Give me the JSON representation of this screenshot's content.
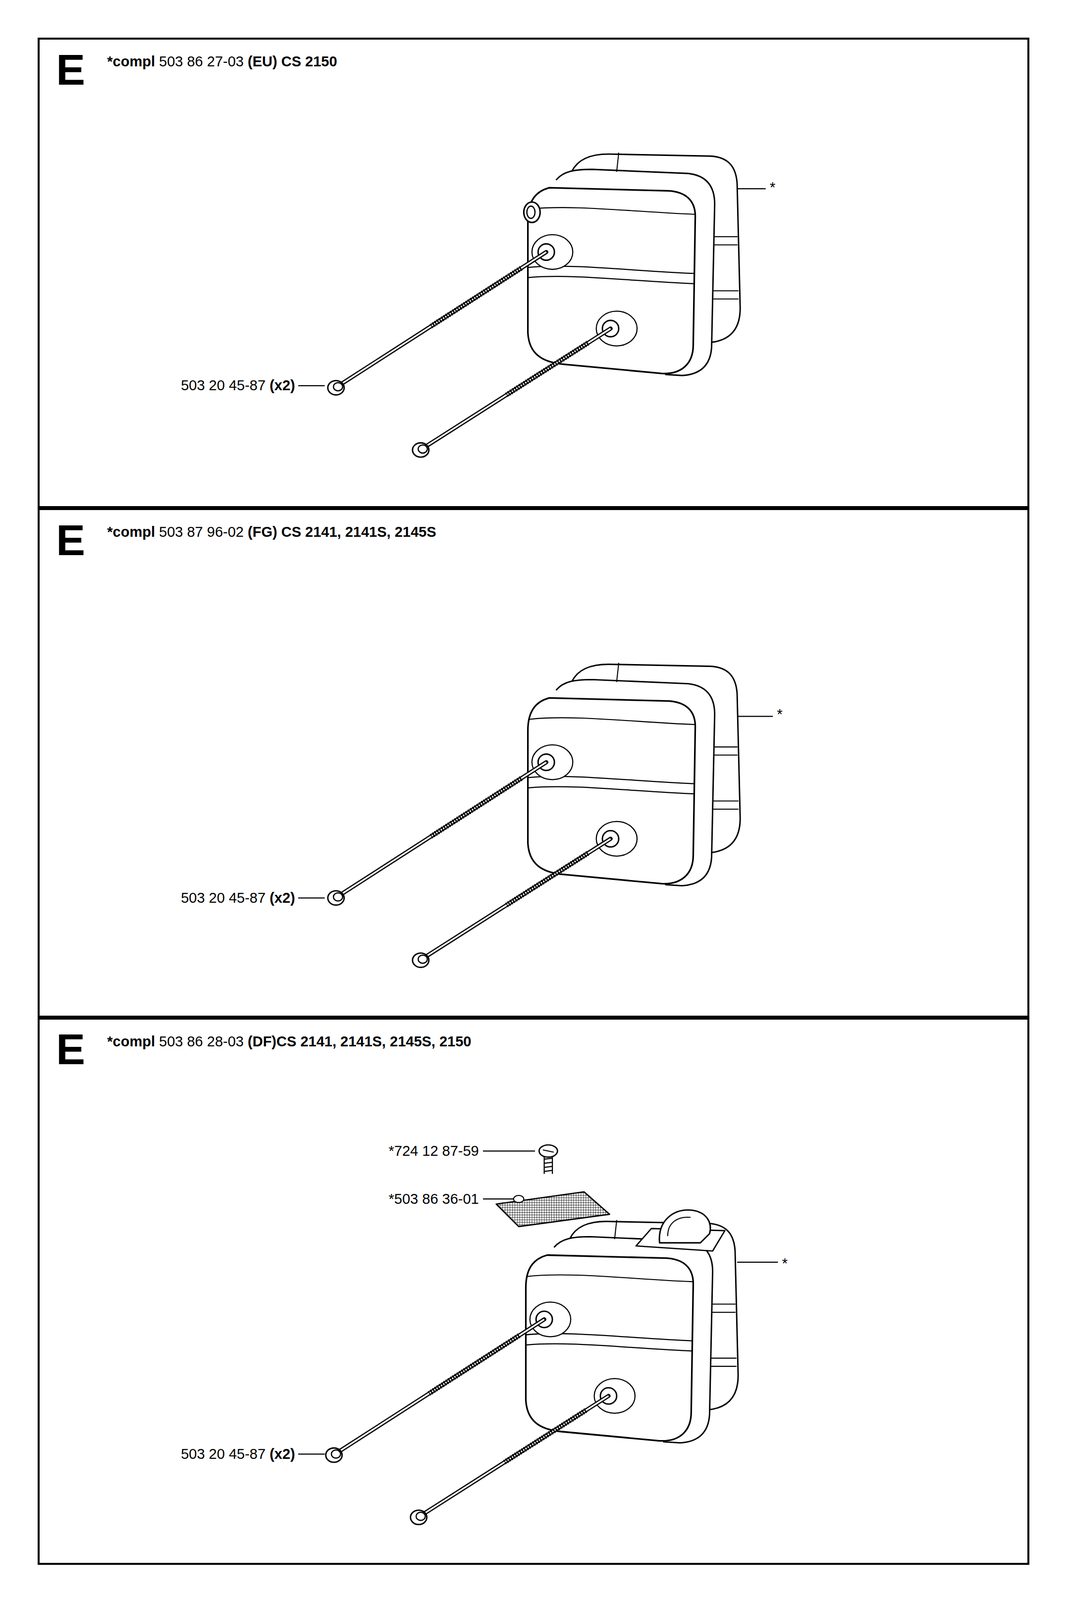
{
  "diagram": {
    "nodes": [
      {
        "text": [
          "E",
          "*compl 503 86 27-03 (EU) CS 2150"
        ]
      },
      {
        "text": [
          "E",
          "*compl 503 87 96-02 (FG) CS 2141, 2141S, 2145S"
        ]
      },
      {
        "text": [
          "E",
          "*compl 503 86 28-03 (DF)CS 2141, 2141S, 2145S, 2150"
        ]
      }
    ],
    "labels": [
      "*",
      "503 20 45-87 (x2)",
      "*",
      "503 20 45-87 (x2)",
      "*724 12 87-59",
      "*503 86 36-01",
      "*",
      "503 20 45-87 (x2)"
    ]
  }
}
